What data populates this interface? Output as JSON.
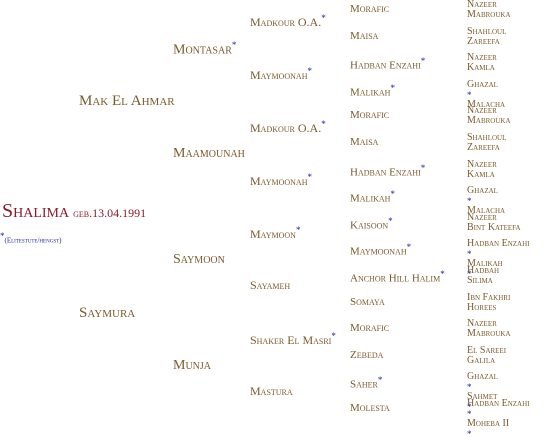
{
  "root": {
    "name": "Shalima",
    "date": "geb.13.04.1991",
    "note": "(Elitestute/hengst)"
  },
  "gen1": [
    {
      "name": "Mak El Ahmar",
      "star": false
    },
    {
      "name": "Saymura",
      "star": false
    }
  ],
  "gen2": [
    {
      "name": "Montasar",
      "star": true
    },
    {
      "name": "Maamounah",
      "star": false
    },
    {
      "name": "Saymoon",
      "star": false
    },
    {
      "name": "Munja",
      "star": false
    }
  ],
  "gen3": [
    {
      "name": "Madkour O.A.",
      "star": true
    },
    {
      "name": "Maymoonah",
      "star": true
    },
    {
      "name": "Madkour O.A.",
      "star": true
    },
    {
      "name": "Maymoonah",
      "star": true
    },
    {
      "name": "Maymoon",
      "star": true
    },
    {
      "name": "Sayameh",
      "star": false
    },
    {
      "name": "Shaker El Masri",
      "star": true
    },
    {
      "name": "Mastura",
      "star": false
    }
  ],
  "gen4": [
    {
      "name": "Morafic",
      "star": false
    },
    {
      "name": "Maisa",
      "star": false
    },
    {
      "name": "Hadban Enzahi",
      "star": true
    },
    {
      "name": "Malikah",
      "star": true
    },
    {
      "name": "Morafic",
      "star": false
    },
    {
      "name": "Maisa",
      "star": false
    },
    {
      "name": "Hadban Enzahi",
      "star": true
    },
    {
      "name": "Malikah",
      "star": true
    },
    {
      "name": "Kaisoon",
      "star": true
    },
    {
      "name": "Maymoonah",
      "star": true
    },
    {
      "name": "Anchor Hill Halim",
      "star": true
    },
    {
      "name": "Somaya",
      "star": false
    },
    {
      "name": "Morafic",
      "star": false
    },
    {
      "name": "Zebeda",
      "star": false
    },
    {
      "name": "Saher",
      "star": true
    },
    {
      "name": "Molesta",
      "star": false
    }
  ],
  "gen5": [
    {
      "sire": "Nazeer",
      "sire_star": false,
      "dam": "Mabrouka",
      "dam_star": false
    },
    {
      "sire": "Shahloul",
      "sire_star": false,
      "dam": "Zareefa",
      "dam_star": false
    },
    {
      "sire": "Nazeer",
      "sire_star": false,
      "dam": "Kamla",
      "dam_star": false
    },
    {
      "sire": "Ghazal",
      "sire_star": true,
      "dam": "Malacha",
      "dam_star": false
    },
    {
      "sire": "Nazeer",
      "sire_star": false,
      "dam": "Mabrouka",
      "dam_star": false
    },
    {
      "sire": "Shahloul",
      "sire_star": false,
      "dam": "Zareefa",
      "dam_star": false
    },
    {
      "sire": "Nazeer",
      "sire_star": false,
      "dam": "Kamla",
      "dam_star": false
    },
    {
      "sire": "Ghazal",
      "sire_star": true,
      "dam": "Malacha",
      "dam_star": false
    },
    {
      "sire": "Nazeer",
      "sire_star": false,
      "dam": "Bint Kateefa",
      "dam_star": false
    },
    {
      "sire": "Hadban Enzahi",
      "sire_star": true,
      "dam": "Malikah",
      "dam_star": true
    },
    {
      "sire": "Hadbah",
      "sire_star": false,
      "dam": "Silima",
      "dam_star": false
    },
    {
      "sire": "Ibn Fakhri",
      "sire_star": false,
      "dam": "Horees",
      "dam_star": false
    },
    {
      "sire": "Nazeer",
      "sire_star": false,
      "dam": "Mabrouka",
      "dam_star": false
    },
    {
      "sire": "El Sareei",
      "sire_star": false,
      "dam": "Galila",
      "dam_star": false
    },
    {
      "sire": "Ghazal",
      "sire_star": true,
      "dam": "Sahmet",
      "dam_star": true
    },
    {
      "sire": "Hadban Enzahi",
      "sire_star": true,
      "dam": "Moheba II",
      "dam_star": true
    }
  ],
  "star_symbol": "*",
  "colors": {
    "name": "#7a5a2a",
    "root": "#8b1a2b",
    "star": "#1c22a8"
  }
}
